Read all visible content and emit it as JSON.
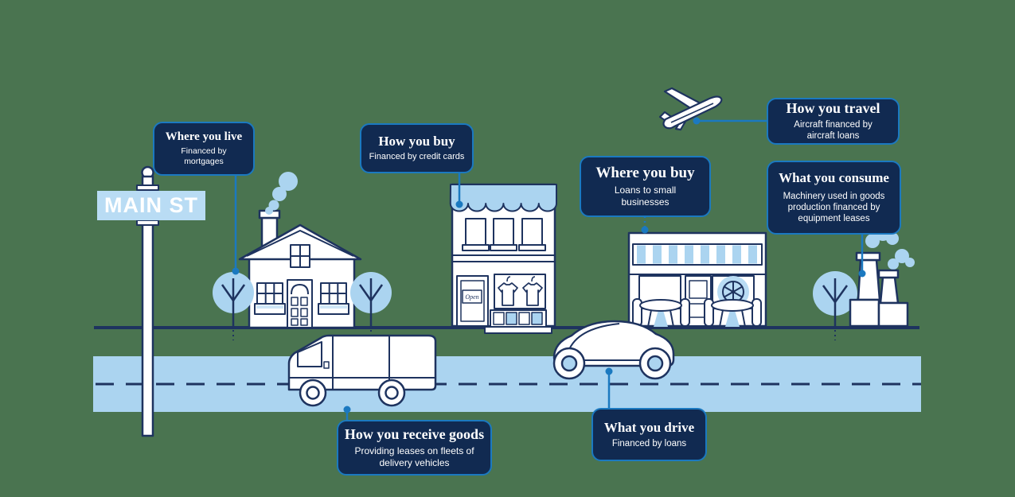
{
  "colors": {
    "background_green": "#4a7450",
    "navy_outline": "#1e335f",
    "callout_fill": "#112a51",
    "accent_blue": "#1b79c0",
    "light_blue": "#abd4f0",
    "sign_plate_blue": "#b9dcf4",
    "white": "#ffffff"
  },
  "street_sign": {
    "label": "MAIN ST"
  },
  "shop": {
    "open_sign_label": "Open"
  },
  "callouts": [
    {
      "id": "where-you-live",
      "title": "Where you live",
      "subtitle": "Financed by mortgages"
    },
    {
      "id": "how-you-buy",
      "title": "How you buy",
      "subtitle": "Financed by credit cards"
    },
    {
      "id": "where-you-buy",
      "title": "Where you buy",
      "subtitle": "Loans to small businesses"
    },
    {
      "id": "how-you-travel",
      "title": "How you travel",
      "subtitle": "Aircraft financed by aircraft loans"
    },
    {
      "id": "what-you-consume",
      "title": "What you consume",
      "subtitle": "Machinery used in goods production financed by equipment leases"
    },
    {
      "id": "how-you-receive-goods",
      "title": "How you receive goods",
      "subtitle": "Providing leases on fleets of delivery vehicles"
    },
    {
      "id": "what-you-drive",
      "title": "What you drive",
      "subtitle": "Financed by loans"
    }
  ]
}
